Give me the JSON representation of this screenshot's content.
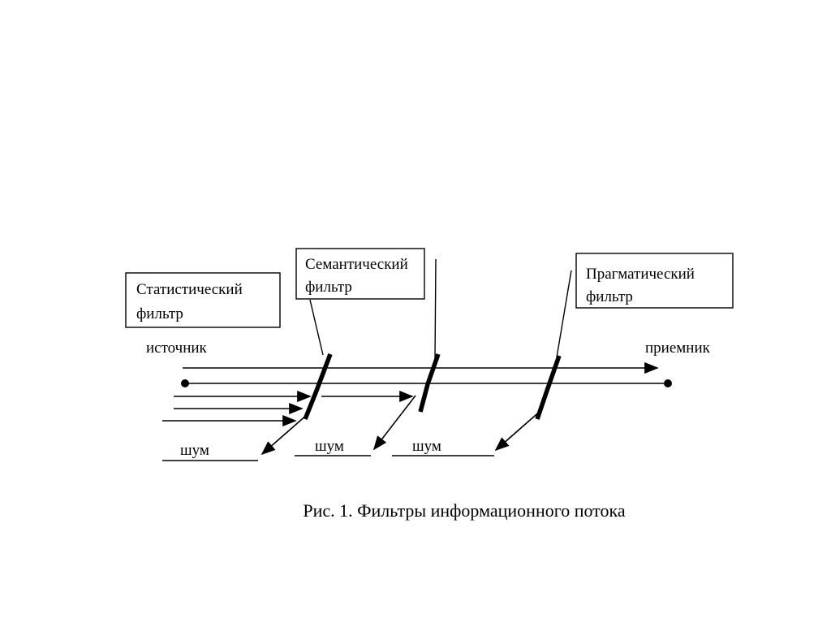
{
  "page": {
    "background": "#ffffff",
    "ink": "#000000"
  },
  "diagram": {
    "caption": "Рис. 1. Фильтры информационного потока",
    "source_label": "источник",
    "receiver_label": "приемник",
    "filters": [
      {
        "name_line1": "Статистический",
        "name_line2": "фильтр"
      },
      {
        "name_line1": "Семантический",
        "name_line2": "фильтр"
      },
      {
        "name_line1": "Прагматический",
        "name_line2": "фильтр"
      }
    ],
    "noise_labels": [
      "шум",
      "шум",
      "шум"
    ]
  }
}
